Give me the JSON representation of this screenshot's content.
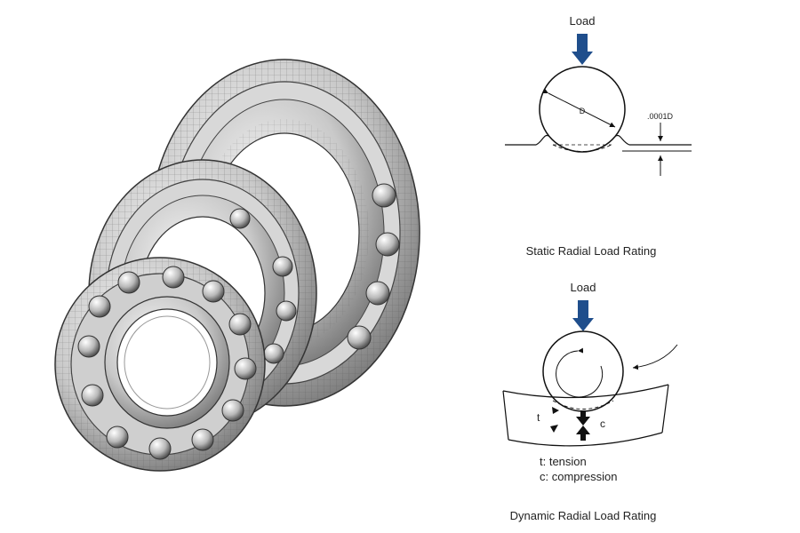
{
  "colors": {
    "arrow": "#1f4e8c",
    "steel_light": "#eeeeee",
    "steel_mid": "#b5b5b5",
    "steel_dark": "#555555",
    "line": "#111111"
  },
  "illustration": {
    "subject": "deep groove ball bearings (three sizes, wireframe steel rendering)"
  },
  "static_diagram": {
    "load_label": "Load",
    "diameter_label": "D",
    "deformation_label": ".0001D",
    "caption": "Static Radial Load Rating"
  },
  "dynamic_diagram": {
    "load_label": "Load",
    "tension_marker": "t",
    "compression_marker": "c",
    "legend_tension": "t: tension",
    "legend_compression": "c: compression",
    "caption": "Dynamic Radial Load Rating"
  }
}
